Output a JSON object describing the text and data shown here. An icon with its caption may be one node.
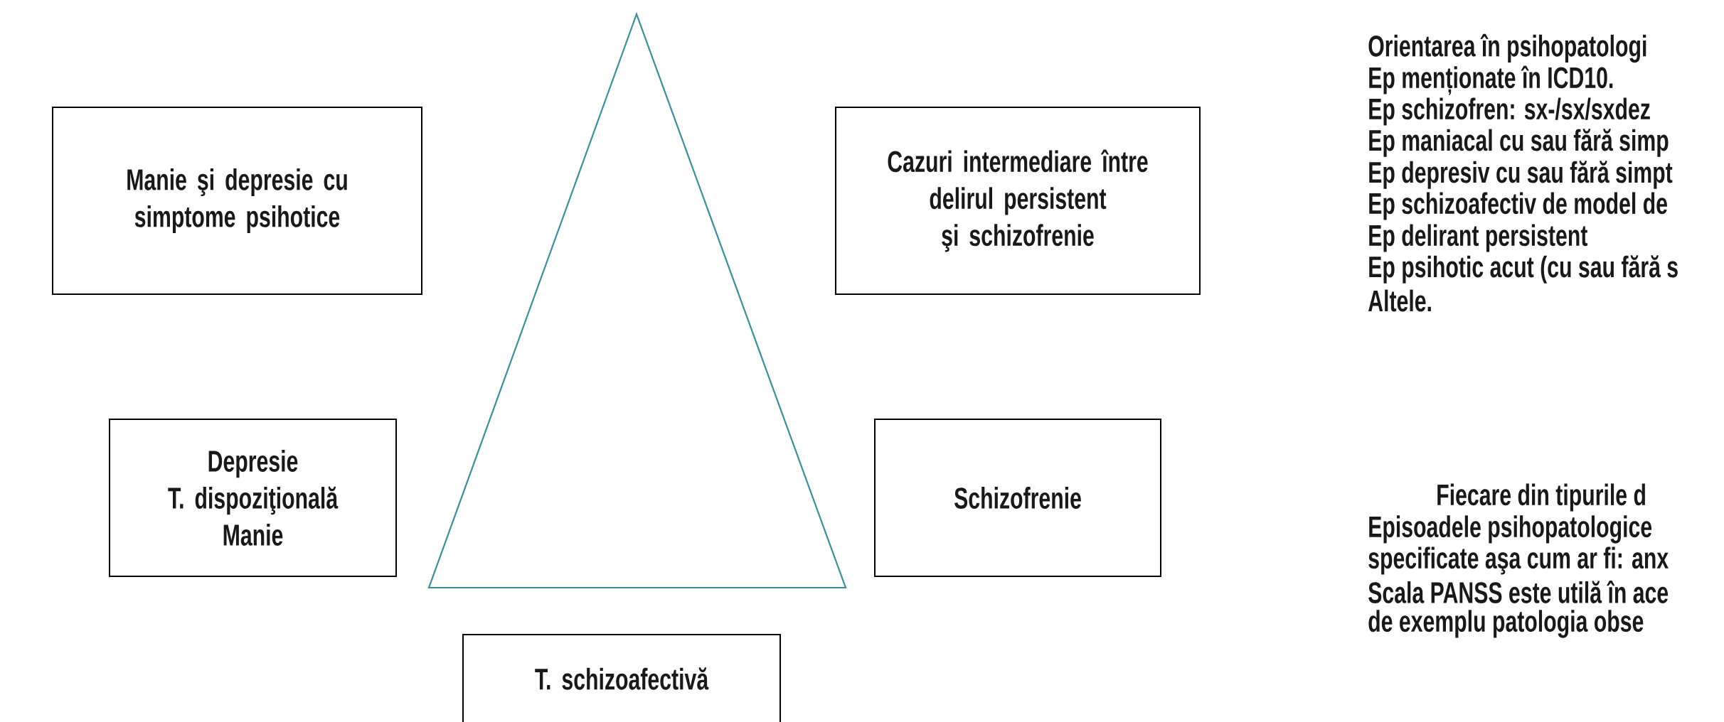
{
  "diagram": {
    "nodes": [
      {
        "text": [
          "Manie şi depresie cu simptome psihotice"
        ]
      },
      {
        "text": [
          "Cazuri intermediare între delirul persistent şi schizofrenie"
        ]
      },
      {
        "text": [
          "Depresie",
          "T. dispoziţională",
          "Manie"
        ]
      },
      {
        "text": [
          "Schizofrenie"
        ]
      },
      {
        "text": [
          "T. schizoafectivă"
        ]
      }
    ],
    "labels": [
      "Orientarea în psihopatologi",
      "Ep menționate în ICD10.",
      "Ep schizofren: sx-/sx/sxdez",
      "Ep maniacal cu sau fără simp",
      "Ep depresiv cu sau fără simpt",
      "Ep schizoafectiv de model de",
      "Ep delirant persistent",
      "Ep psihotic acut (cu sau fără s",
      "Altele.",
      "Fiecare din tipurile d",
      "Episoadele psihopatologice",
      "specificate aşa cum ar fi: anx",
      "Scala PANSS este utilă în ace",
      "de exemplu patologia obse"
    ]
  }
}
